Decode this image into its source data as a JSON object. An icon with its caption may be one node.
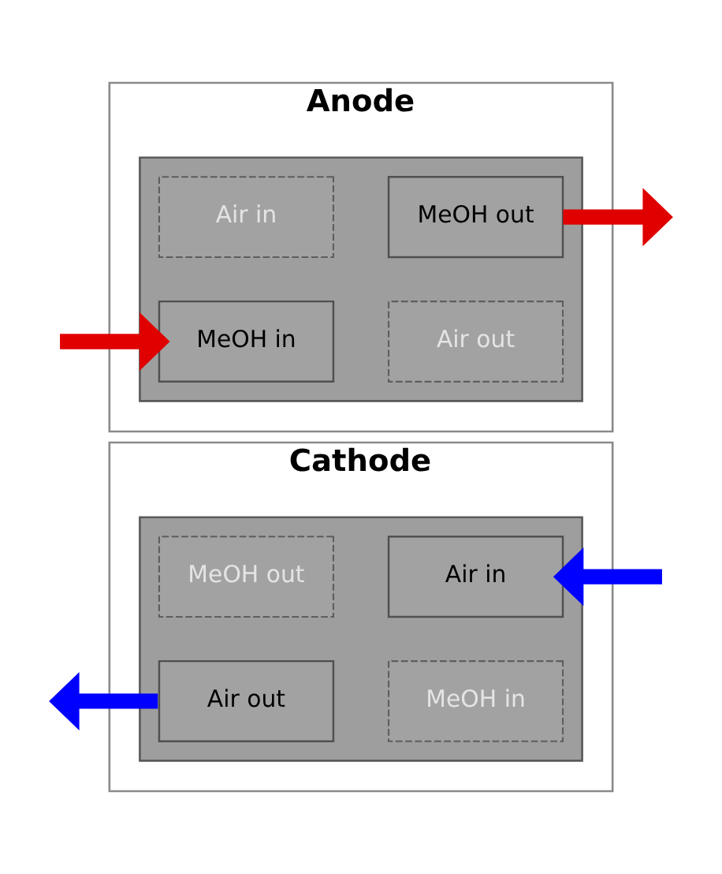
{
  "diagram": {
    "nodes": [
      {
        "text": [
          "Anode"
        ]
      },
      {
        "text": [],
        "shape": "box",
        "in": 0
      },
      {
        "text": [
          "Air in"
        ],
        "in": 1
      },
      {
        "text": [
          "MeOH out"
        ],
        "in": 1
      },
      {
        "text": [
          "MeOH in"
        ],
        "in": 1
      },
      {
        "text": [
          "Air out"
        ],
        "in": 1
      },
      {
        "text": [
          "Cathode"
        ]
      },
      {
        "text": [],
        "shape": "box",
        "in": 6
      },
      {
        "text": [
          "MeOH out"
        ],
        "in": 7
      },
      {
        "text": [
          "Air in"
        ],
        "in": 7
      },
      {
        "text": [
          "Air out"
        ],
        "in": 7
      },
      {
        "text": [
          "MeOH in"
        ],
        "in": 7
      }
    ],
    "edges": [
      {
        "from": null,
        "to": 4,
        "arrow": "to",
        "color": "#e00000"
      },
      {
        "from": 3,
        "to": null,
        "arrow": "to",
        "color": "#e00000"
      },
      {
        "from": null,
        "to": 9,
        "arrow": "to",
        "color": "#0000ff"
      },
      {
        "from": 10,
        "to": null,
        "arrow": "to",
        "color": "#0000ff"
      }
    ]
  }
}
